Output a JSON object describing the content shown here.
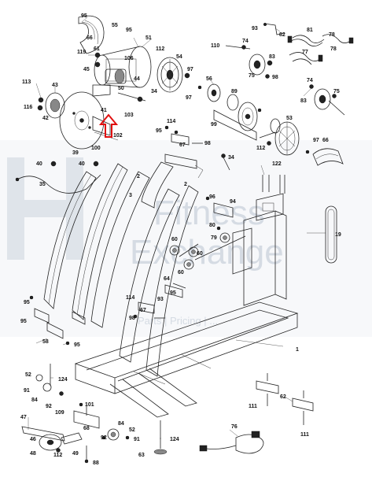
{
  "diagram": {
    "watermark": {
      "line1": "Fitness",
      "line2": "Exchange",
      "tagline": "Parts | Pricing | ..."
    },
    "callouts": [
      {
        "id": "c95a",
        "text": "95"
      },
      {
        "id": "c66a",
        "text": "66"
      },
      {
        "id": "c61",
        "text": "61"
      },
      {
        "id": "c55",
        "text": "55"
      },
      {
        "id": "c95b",
        "text": "95"
      },
      {
        "id": "c51",
        "text": "51"
      },
      {
        "id": "c93",
        "text": "93"
      },
      {
        "id": "c82",
        "text": "82"
      },
      {
        "id": "c81",
        "text": "81"
      },
      {
        "id": "c78a",
        "text": "78"
      },
      {
        "id": "c119",
        "text": "119"
      },
      {
        "id": "c106",
        "text": "106"
      },
      {
        "id": "c112a",
        "text": "112"
      },
      {
        "id": "c110",
        "text": "110"
      },
      {
        "id": "c74a",
        "text": "74"
      },
      {
        "id": "c83a",
        "text": "83"
      },
      {
        "id": "c77",
        "text": "77"
      },
      {
        "id": "c78b",
        "text": "78"
      },
      {
        "id": "c45",
        "text": "45"
      },
      {
        "id": "c54",
        "text": "54"
      },
      {
        "id": "c97a",
        "text": "97"
      },
      {
        "id": "c75a",
        "text": "75"
      },
      {
        "id": "c98a",
        "text": "98"
      },
      {
        "id": "c113",
        "text": "113"
      },
      {
        "id": "c116",
        "text": "116"
      },
      {
        "id": "c43",
        "text": "43"
      },
      {
        "id": "c42",
        "text": "42"
      },
      {
        "id": "c44",
        "text": "44"
      },
      {
        "id": "c50",
        "text": "50"
      },
      {
        "id": "c34a",
        "text": "34"
      },
      {
        "id": "c56",
        "text": "56"
      },
      {
        "id": "c97b",
        "text": "97"
      },
      {
        "id": "c89",
        "text": "89"
      },
      {
        "id": "c74b",
        "text": "74"
      },
      {
        "id": "c83b",
        "text": "83"
      },
      {
        "id": "c75b",
        "text": "75"
      },
      {
        "id": "c103",
        "text": "103"
      },
      {
        "id": "c41",
        "text": "41"
      },
      {
        "id": "c102",
        "text": "102"
      },
      {
        "id": "c100",
        "text": "100"
      },
      {
        "id": "c39",
        "text": "39"
      },
      {
        "id": "c114",
        "text": "114"
      },
      {
        "id": "c95c",
        "text": "95"
      },
      {
        "id": "c67",
        "text": "67"
      },
      {
        "id": "c98b",
        "text": "98"
      },
      {
        "id": "c99",
        "text": "99"
      },
      {
        "id": "c53",
        "text": "53"
      },
      {
        "id": "c112b",
        "text": "112"
      },
      {
        "id": "c97c",
        "text": "97"
      },
      {
        "id": "c66b",
        "text": "66"
      },
      {
        "id": "c40a",
        "text": "40"
      },
      {
        "id": "c40b",
        "text": "40"
      },
      {
        "id": "c35",
        "text": "35"
      },
      {
        "id": "c2a",
        "text": "2"
      },
      {
        "id": "c2b",
        "text": "2"
      },
      {
        "id": "c3",
        "text": "3"
      },
      {
        "id": "c34b",
        "text": "34"
      },
      {
        "id": "c122",
        "text": "122"
      },
      {
        "id": "c96",
        "text": "96"
      },
      {
        "id": "c94",
        "text": "94"
      },
      {
        "id": "c19",
        "text": "19"
      },
      {
        "id": "c80",
        "text": "80"
      },
      {
        "id": "c79",
        "text": "79"
      },
      {
        "id": "c60a",
        "text": "60"
      },
      {
        "id": "c60b",
        "text": "60"
      },
      {
        "id": "c60c",
        "text": "60"
      },
      {
        "id": "c64",
        "text": "64"
      },
      {
        "id": "c95d",
        "text": "95"
      },
      {
        "id": "c93b",
        "text": "93"
      },
      {
        "id": "c114b",
        "text": "114"
      },
      {
        "id": "c67b",
        "text": "67"
      },
      {
        "id": "c98c",
        "text": "98"
      },
      {
        "id": "c95e",
        "text": "95"
      },
      {
        "id": "c95f",
        "text": "95"
      },
      {
        "id": "c58",
        "text": "58"
      },
      {
        "id": "c95g",
        "text": "95"
      },
      {
        "id": "c1",
        "text": "1"
      },
      {
        "id": "c52a",
        "text": "52"
      },
      {
        "id": "c124a",
        "text": "124"
      },
      {
        "id": "c91a",
        "text": "91"
      },
      {
        "id": "c84a",
        "text": "84"
      },
      {
        "id": "c92a",
        "text": "92"
      },
      {
        "id": "c101",
        "text": "101"
      },
      {
        "id": "c47",
        "text": "47"
      },
      {
        "id": "c109",
        "text": "109"
      },
      {
        "id": "c68",
        "text": "68"
      },
      {
        "id": "c84b",
        "text": "84"
      },
      {
        "id": "c52b",
        "text": "52"
      },
      {
        "id": "c92b",
        "text": "92"
      },
      {
        "id": "c91b",
        "text": "91"
      },
      {
        "id": "c46",
        "text": "46"
      },
      {
        "id": "c49",
        "text": "49"
      },
      {
        "id": "c88",
        "text": "88"
      },
      {
        "id": "c48",
        "text": "48"
      },
      {
        "id": "c112c",
        "text": "112"
      },
      {
        "id": "c124b",
        "text": "124"
      },
      {
        "id": "c63",
        "text": "63"
      },
      {
        "id": "c76",
        "text": "76"
      },
      {
        "id": "c62",
        "text": "62"
      },
      {
        "id": "c111a",
        "text": "111"
      },
      {
        "id": "c111b",
        "text": "111"
      }
    ],
    "colors": {
      "ink": "#222222",
      "watermark": "#d5dbe3",
      "highlight_arrow": "#e01010"
    }
  }
}
